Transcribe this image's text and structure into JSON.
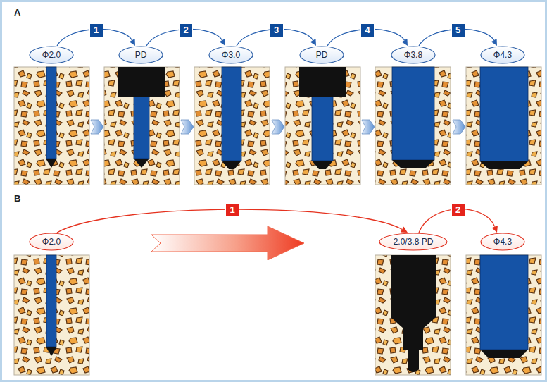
{
  "diagram": {
    "nodes": [
      {
        "text": [
          "Φ2.0"
        ]
      },
      {
        "text": [
          "PD"
        ]
      },
      {
        "text": [
          "Φ3.0"
        ]
      },
      {
        "text": [
          "PD"
        ]
      },
      {
        "text": [
          "Φ3.8"
        ]
      },
      {
        "text": [
          "Φ4.3"
        ]
      },
      {
        "text": [
          "Φ2.0"
        ]
      },
      {
        "text": [
          "2.0/3.8 PD"
        ]
      },
      {
        "text": [
          "Φ4.3"
        ]
      }
    ],
    "edges": [
      {
        "from": 0,
        "to": 1,
        "label": "1",
        "arrow": "to"
      },
      {
        "from": 1,
        "to": 2,
        "label": "2",
        "arrow": "to"
      },
      {
        "from": 2,
        "to": 3,
        "label": "3",
        "arrow": "to"
      },
      {
        "from": 3,
        "to": 4,
        "label": "4",
        "arrow": "to"
      },
      {
        "from": 4,
        "to": 5,
        "label": "5",
        "arrow": "to"
      },
      {
        "from": 6,
        "to": 7,
        "label": "1",
        "arrow": "to"
      },
      {
        "from": 7,
        "to": 8,
        "label": "2",
        "arrow": "to"
      }
    ],
    "labels": [
      "A",
      "B"
    ]
  }
}
